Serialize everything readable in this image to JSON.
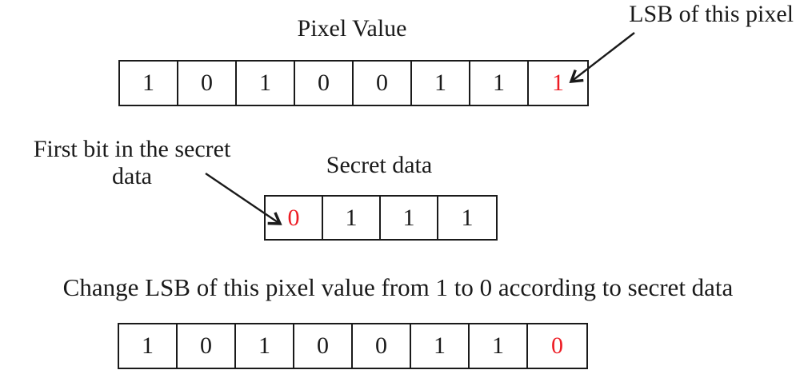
{
  "colors": {
    "highlight": "#ed1c24",
    "ink": "#1a1a1a",
    "background": "#ffffff"
  },
  "pixel_section": {
    "title": "Pixel Value",
    "callout": "LSB of this pixel",
    "bits": [
      {
        "value": "1",
        "highlight": false
      },
      {
        "value": "0",
        "highlight": false
      },
      {
        "value": "1",
        "highlight": false
      },
      {
        "value": "0",
        "highlight": false
      },
      {
        "value": "0",
        "highlight": false
      },
      {
        "value": "1",
        "highlight": false
      },
      {
        "value": "1",
        "highlight": false
      },
      {
        "value": "1",
        "highlight": true
      }
    ]
  },
  "secret_section": {
    "title": "Secret data",
    "callout": "First bit in the secret\ndata",
    "bits": [
      {
        "value": "0",
        "highlight": true
      },
      {
        "value": "1",
        "highlight": false
      },
      {
        "value": "1",
        "highlight": false
      },
      {
        "value": "1",
        "highlight": false
      }
    ]
  },
  "result_section": {
    "caption": "Change LSB of this pixel value from 1 to 0 according to secret data",
    "bits": [
      {
        "value": "1",
        "highlight": false
      },
      {
        "value": "0",
        "highlight": false
      },
      {
        "value": "1",
        "highlight": false
      },
      {
        "value": "0",
        "highlight": false
      },
      {
        "value": "0",
        "highlight": false
      },
      {
        "value": "1",
        "highlight": false
      },
      {
        "value": "1",
        "highlight": false
      },
      {
        "value": "0",
        "highlight": true
      }
    ]
  }
}
